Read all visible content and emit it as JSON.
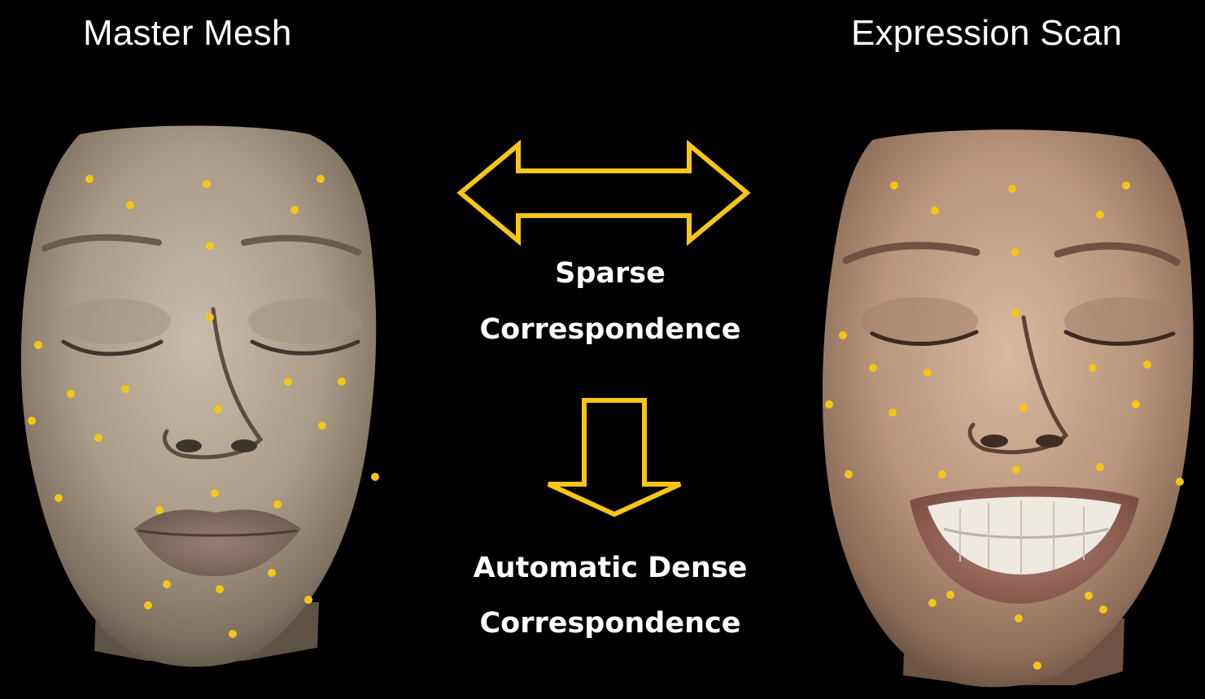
{
  "titles": {
    "left": "Master Mesh",
    "right": "Expression Scan"
  },
  "labels": {
    "sparse_line1": "Sparse",
    "sparse_line2": "Correspondence",
    "dense_line1": "Automatic Dense",
    "dense_line2": "Correspondence"
  },
  "colors": {
    "background": "#000000",
    "accent": "#f5c518",
    "text": "#ffffff"
  },
  "icons": {
    "bidirectional_arrow": "double-arrow-icon",
    "down_arrow": "down-arrow-icon",
    "landmark": "landmark-dot"
  }
}
